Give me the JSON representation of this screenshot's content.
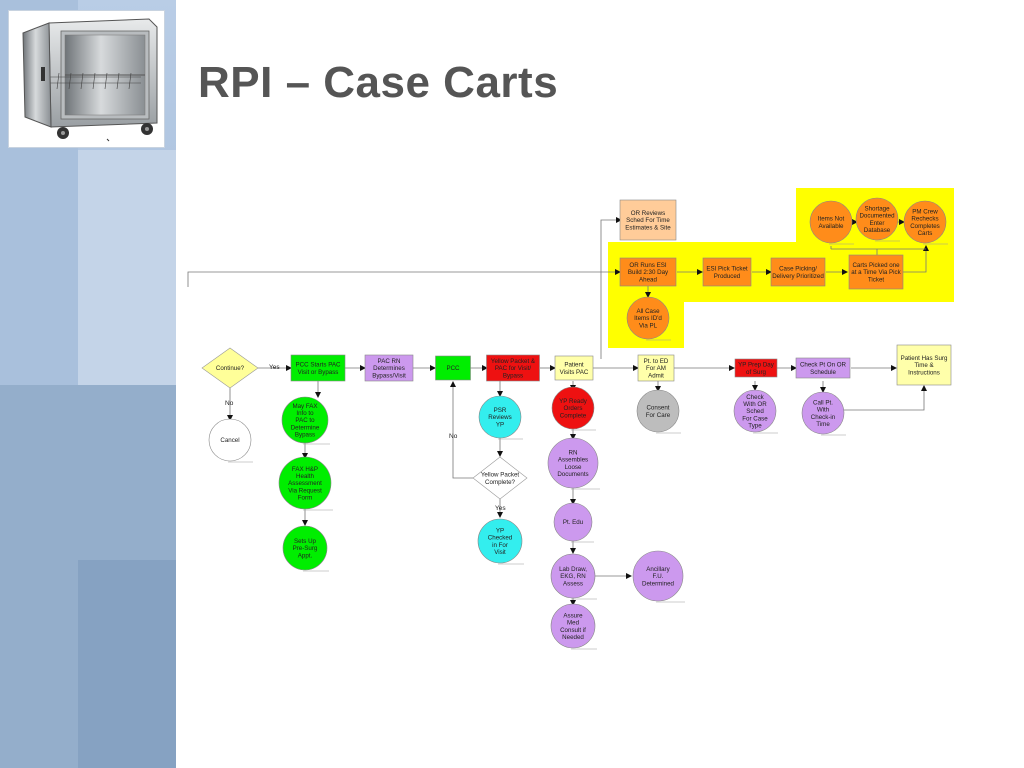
{
  "title": "RPI – Case Carts",
  "colors": {
    "green": "#00ee00",
    "purple": "#cc99ee",
    "orange": "#ff8c1a",
    "peach": "#ffcc99",
    "red": "#ee1111",
    "cyan": "#33eeee",
    "gray": "#bdbdbd",
    "lightyellow": "#ffffaa",
    "yellowbox": "#ffff00",
    "diamond": "#ffff99"
  },
  "diagram": {
    "nodes": [
      {
        "id": "continue",
        "shape": "diamond",
        "color": "diamond",
        "lines": [
          "Continue?"
        ]
      },
      {
        "id": "pcc_starts",
        "shape": "rect",
        "color": "green",
        "lines": [
          "PCC Starts PAC",
          "Visit or Bypass"
        ]
      },
      {
        "id": "pac_rn",
        "shape": "rect",
        "color": "purple",
        "lines": [
          "PAC RN",
          "Determines",
          "Bypass/Visit"
        ]
      },
      {
        "id": "pcc",
        "shape": "rect",
        "color": "green",
        "lines": [
          "PCC"
        ]
      },
      {
        "id": "yellow_packet",
        "shape": "rect",
        "color": "red",
        "lines": [
          "Yellow Packet &",
          "PAC for Visit/",
          "Bypass"
        ]
      },
      {
        "id": "patient_visits",
        "shape": "rect",
        "color": "lightyellow",
        "lines": [
          "Patient",
          "Visits PAC"
        ]
      },
      {
        "id": "pt_ed",
        "shape": "rect",
        "color": "lightyellow",
        "lines": [
          "Pt. to ED",
          "For AM",
          "Admit"
        ]
      },
      {
        "id": "yp_prep",
        "shape": "rect",
        "color": "red",
        "lines": [
          "YP Prep Day",
          "of Surg"
        ]
      },
      {
        "id": "check_pt_or",
        "shape": "rect",
        "color": "purple",
        "lines": [
          "Check Pt On OR",
          "Schedule"
        ]
      },
      {
        "id": "patient_has_surg",
        "shape": "rect",
        "color": "lightyellow",
        "lines": [
          "Patient Has Surg",
          "Time &",
          "Instructions"
        ]
      },
      {
        "id": "or_reviews",
        "shape": "rect",
        "color": "peach",
        "lines": [
          "OR Reviews",
          "Sched For Time",
          "Estimates & Site"
        ]
      },
      {
        "id": "or_runs_esi",
        "shape": "rect",
        "color": "orange",
        "lines": [
          "OR Runs ESI",
          "Build 2:30 Day",
          "Ahead"
        ]
      },
      {
        "id": "esi_pick",
        "shape": "rect",
        "color": "orange",
        "lines": [
          "ESI Pick Ticket",
          "Produced"
        ]
      },
      {
        "id": "case_picking",
        "shape": "rect",
        "color": "orange",
        "lines": [
          "Case Picking/",
          "Delivery Prioritized"
        ]
      },
      {
        "id": "carts_picked",
        "shape": "rect",
        "color": "orange",
        "lines": [
          "Carts Picked one",
          "at a Time Via Pick",
          "Ticket"
        ]
      },
      {
        "id": "items_not",
        "shape": "circle",
        "color": "orange",
        "lines": [
          "Items Not",
          "Available"
        ]
      },
      {
        "id": "shortage",
        "shape": "circle",
        "color": "orange",
        "lines": [
          "Shortage",
          "Documented",
          "Enter",
          "Database"
        ]
      },
      {
        "id": "pm_crew",
        "shape": "circle",
        "color": "orange",
        "lines": [
          "PM Crew",
          "Rechecks",
          "Completes",
          "Carts"
        ]
      },
      {
        "id": "all_case_items",
        "shape": "circle",
        "color": "orange",
        "lines": [
          "All Case",
          "Items ID'd",
          "Via PL"
        ]
      },
      {
        "id": "cancel",
        "shape": "circle",
        "color": "white",
        "lines": [
          "Cancel"
        ]
      },
      {
        "id": "may_fax",
        "shape": "circle",
        "color": "green",
        "lines": [
          "May FAX",
          "Info to",
          "PAC to",
          "Determine",
          "Bypass"
        ]
      },
      {
        "id": "fax_hp",
        "shape": "circle",
        "color": "green",
        "lines": [
          "FAX H&P",
          "Health",
          "Assessment",
          "Via Request",
          "Form"
        ]
      },
      {
        "id": "sets_up",
        "shape": "circle",
        "color": "green",
        "lines": [
          "Sets Up",
          "Pre-Surg",
          "Appt."
        ]
      },
      {
        "id": "psr_reviews",
        "shape": "circle",
        "color": "cyan",
        "lines": [
          "PSR",
          "Reviews",
          "YP"
        ]
      },
      {
        "id": "yp_checked",
        "shape": "circle",
        "color": "cyan",
        "lines": [
          "YP",
          "Checked",
          "in For",
          "Visit"
        ]
      },
      {
        "id": "yellow_complete",
        "shape": "diamond",
        "color": "white",
        "lines": [
          "Yellow Packet",
          "Complete?"
        ]
      },
      {
        "id": "yp_ready",
        "shape": "circle",
        "color": "red",
        "lines": [
          "YP Ready",
          "Orders",
          "Complete"
        ]
      },
      {
        "id": "rn_assembles",
        "shape": "circle",
        "color": "purple",
        "lines": [
          "RN",
          "Assembles",
          "Loose",
          "Documents"
        ]
      },
      {
        "id": "pt_edu",
        "shape": "circle",
        "color": "purple",
        "lines": [
          "Pt. Edu"
        ]
      },
      {
        "id": "lab_draw",
        "shape": "circle",
        "color": "purple",
        "lines": [
          "Lab Draw,",
          "EKG, RN",
          "Assess"
        ]
      },
      {
        "id": "assure_med",
        "shape": "circle",
        "color": "purple",
        "lines": [
          "Assure",
          "Med",
          "Consult if",
          "Needed"
        ]
      },
      {
        "id": "ancillary",
        "shape": "circle",
        "color": "purple",
        "lines": [
          "Ancillary",
          "F.U.",
          "Determined"
        ]
      },
      {
        "id": "consent",
        "shape": "circle",
        "color": "gray",
        "lines": [
          "Consent",
          "For Care"
        ]
      },
      {
        "id": "check_with_or",
        "shape": "circle",
        "color": "purple",
        "lines": [
          "Check",
          "With OR",
          "Sched",
          "For Case",
          "Type"
        ]
      },
      {
        "id": "call_pt",
        "shape": "circle",
        "color": "purple",
        "lines": [
          "Call Pt.",
          "With",
          "Check-in",
          "Time"
        ]
      }
    ],
    "labels": [
      {
        "id": "yes1",
        "text": "Yes"
      },
      {
        "id": "no1",
        "text": "No"
      },
      {
        "id": "no2",
        "text": "No"
      },
      {
        "id": "yes2",
        "text": "Yes"
      }
    ]
  }
}
